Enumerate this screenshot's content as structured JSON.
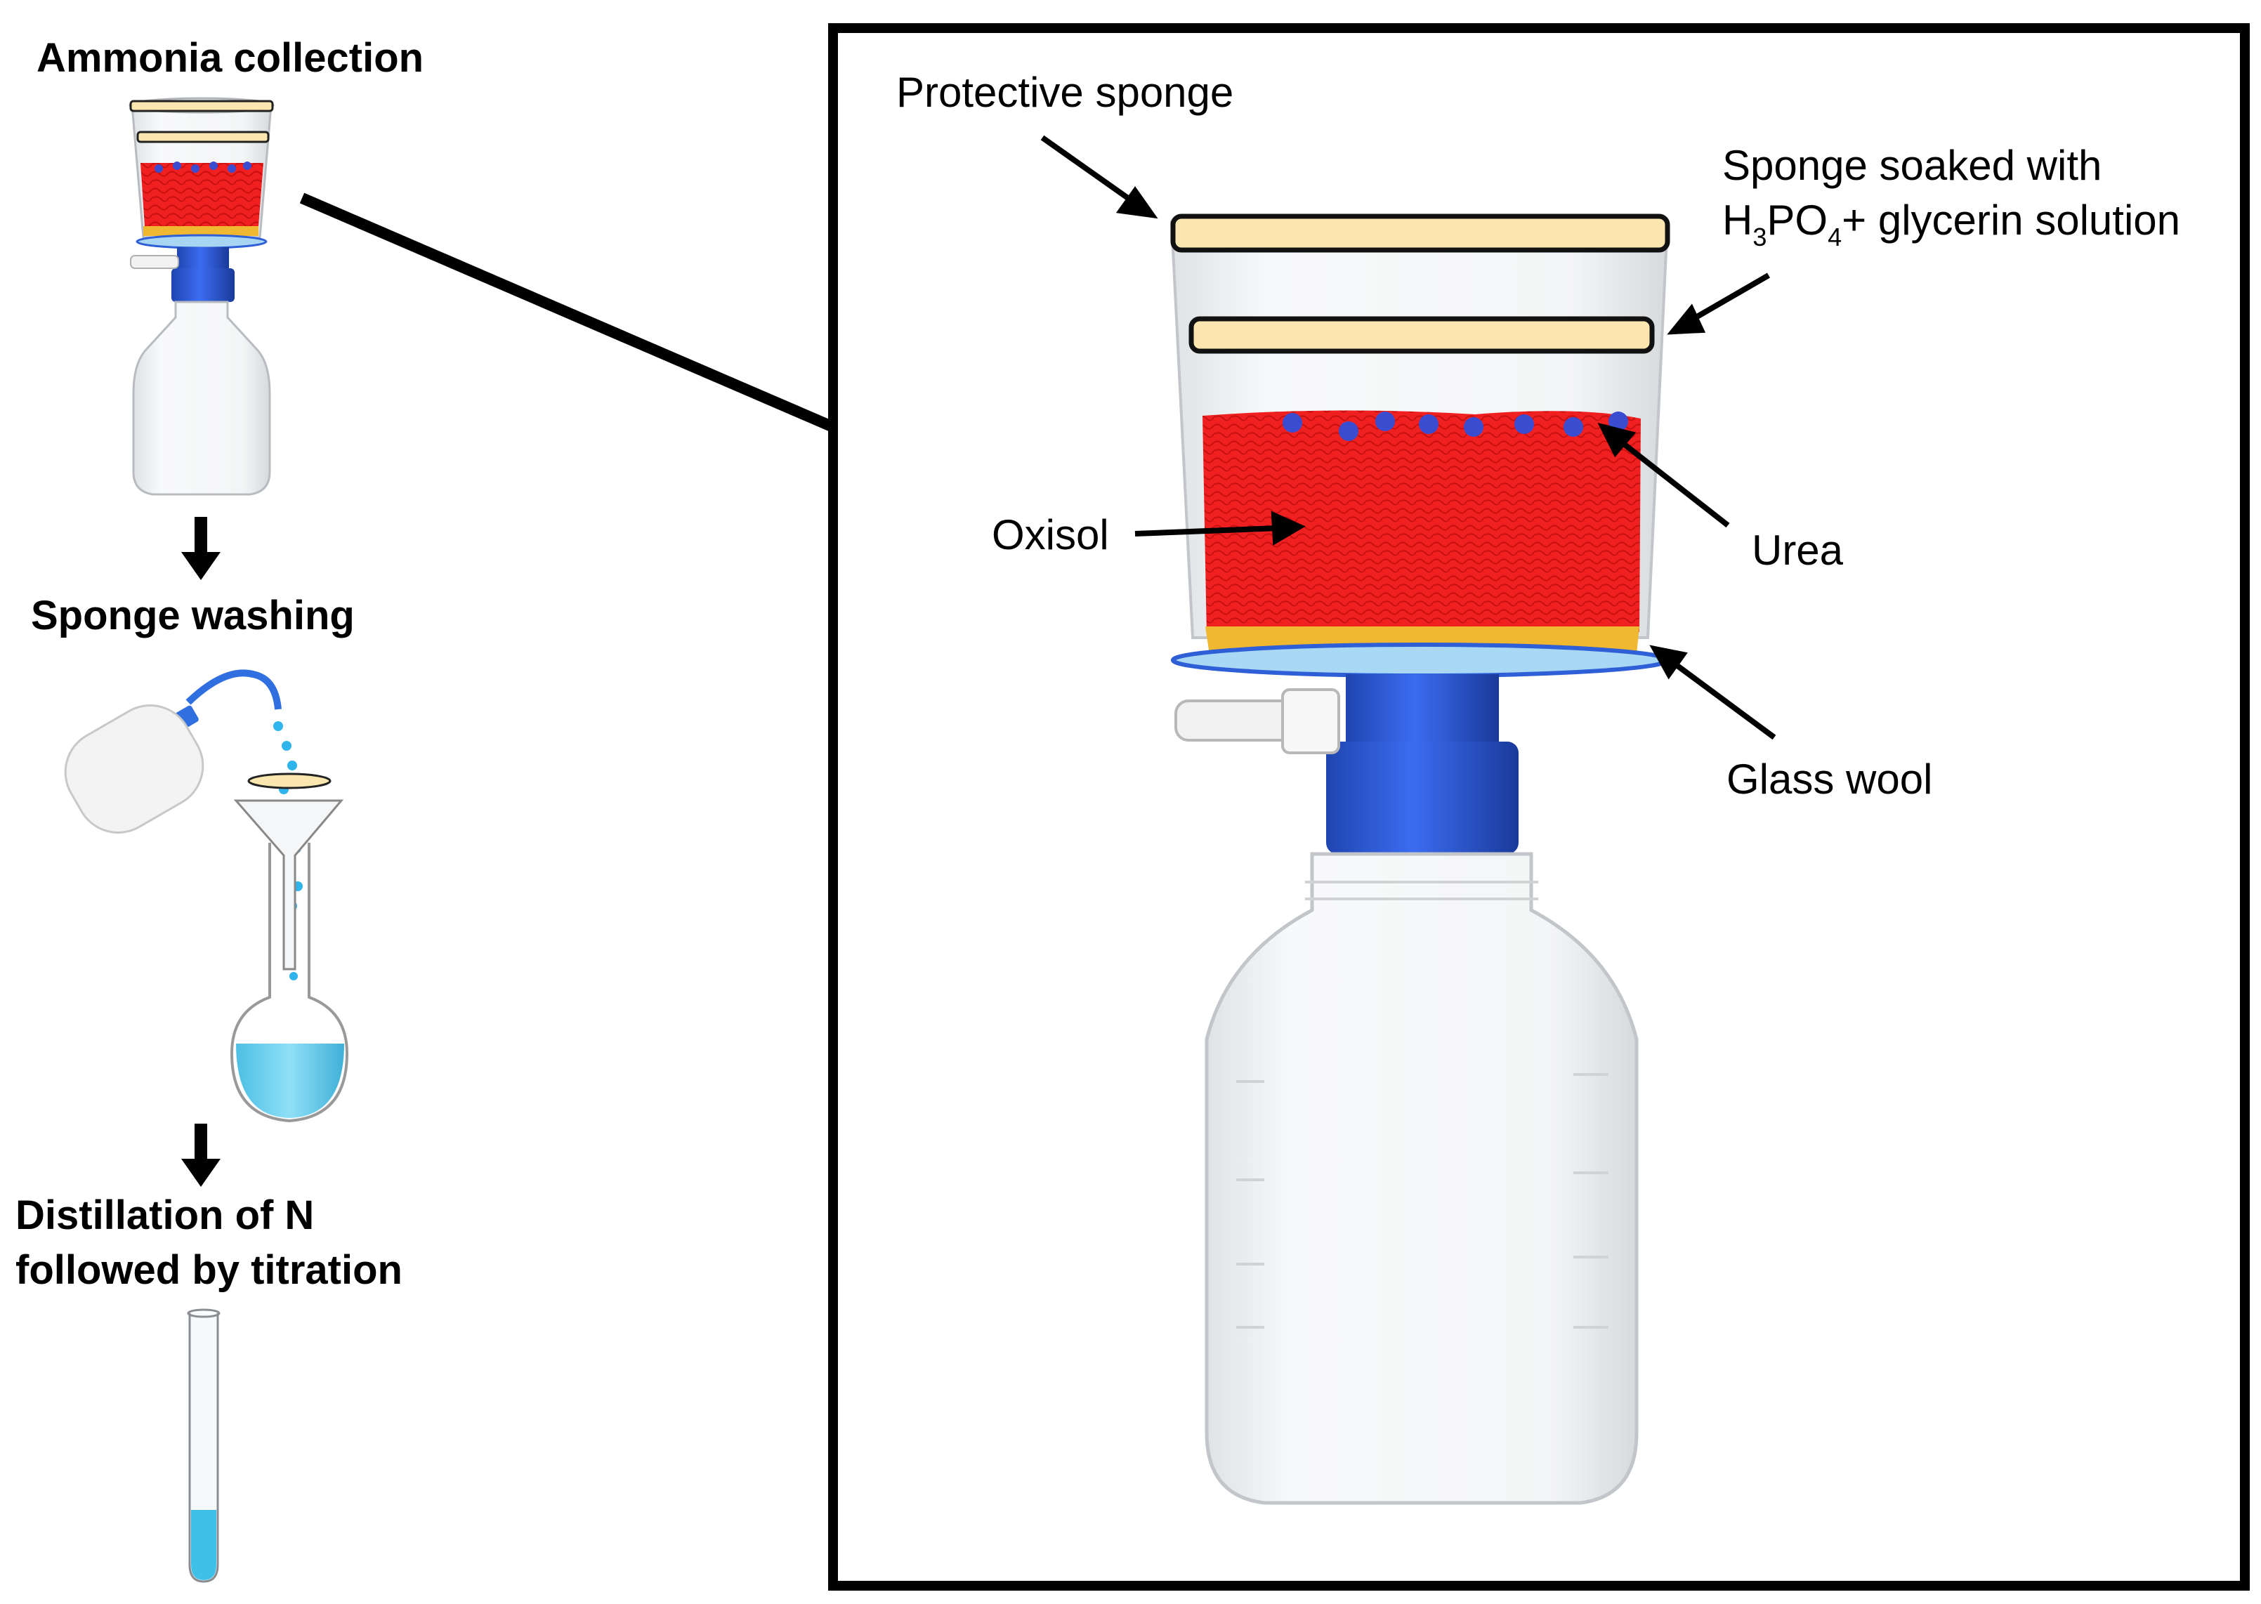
{
  "steps": {
    "ammonia_collection": "Ammonia collection",
    "sponge_washing": "Sponge washing",
    "distillation_line1": "Distillation of N",
    "distillation_line2": "followed by titration"
  },
  "callouts": {
    "protective_sponge": "Protective sponge",
    "sponge_soaked_line1": "Sponge soaked with",
    "h": "H",
    "sub3": "3",
    "po": "PO",
    "sub4": "4",
    "glycerin_rest": "+ glycerin solution",
    "oxisol": "Oxisol",
    "urea": "Urea",
    "glass_wool": "Glass wool"
  },
  "colors": {
    "sponge": "#fbe6b0",
    "soil": "#f02020",
    "urea": "#3a4ccf",
    "glass_wool": "#f0b830",
    "cap_blue": "#2f5fd6",
    "water": "#6fd0ee"
  }
}
